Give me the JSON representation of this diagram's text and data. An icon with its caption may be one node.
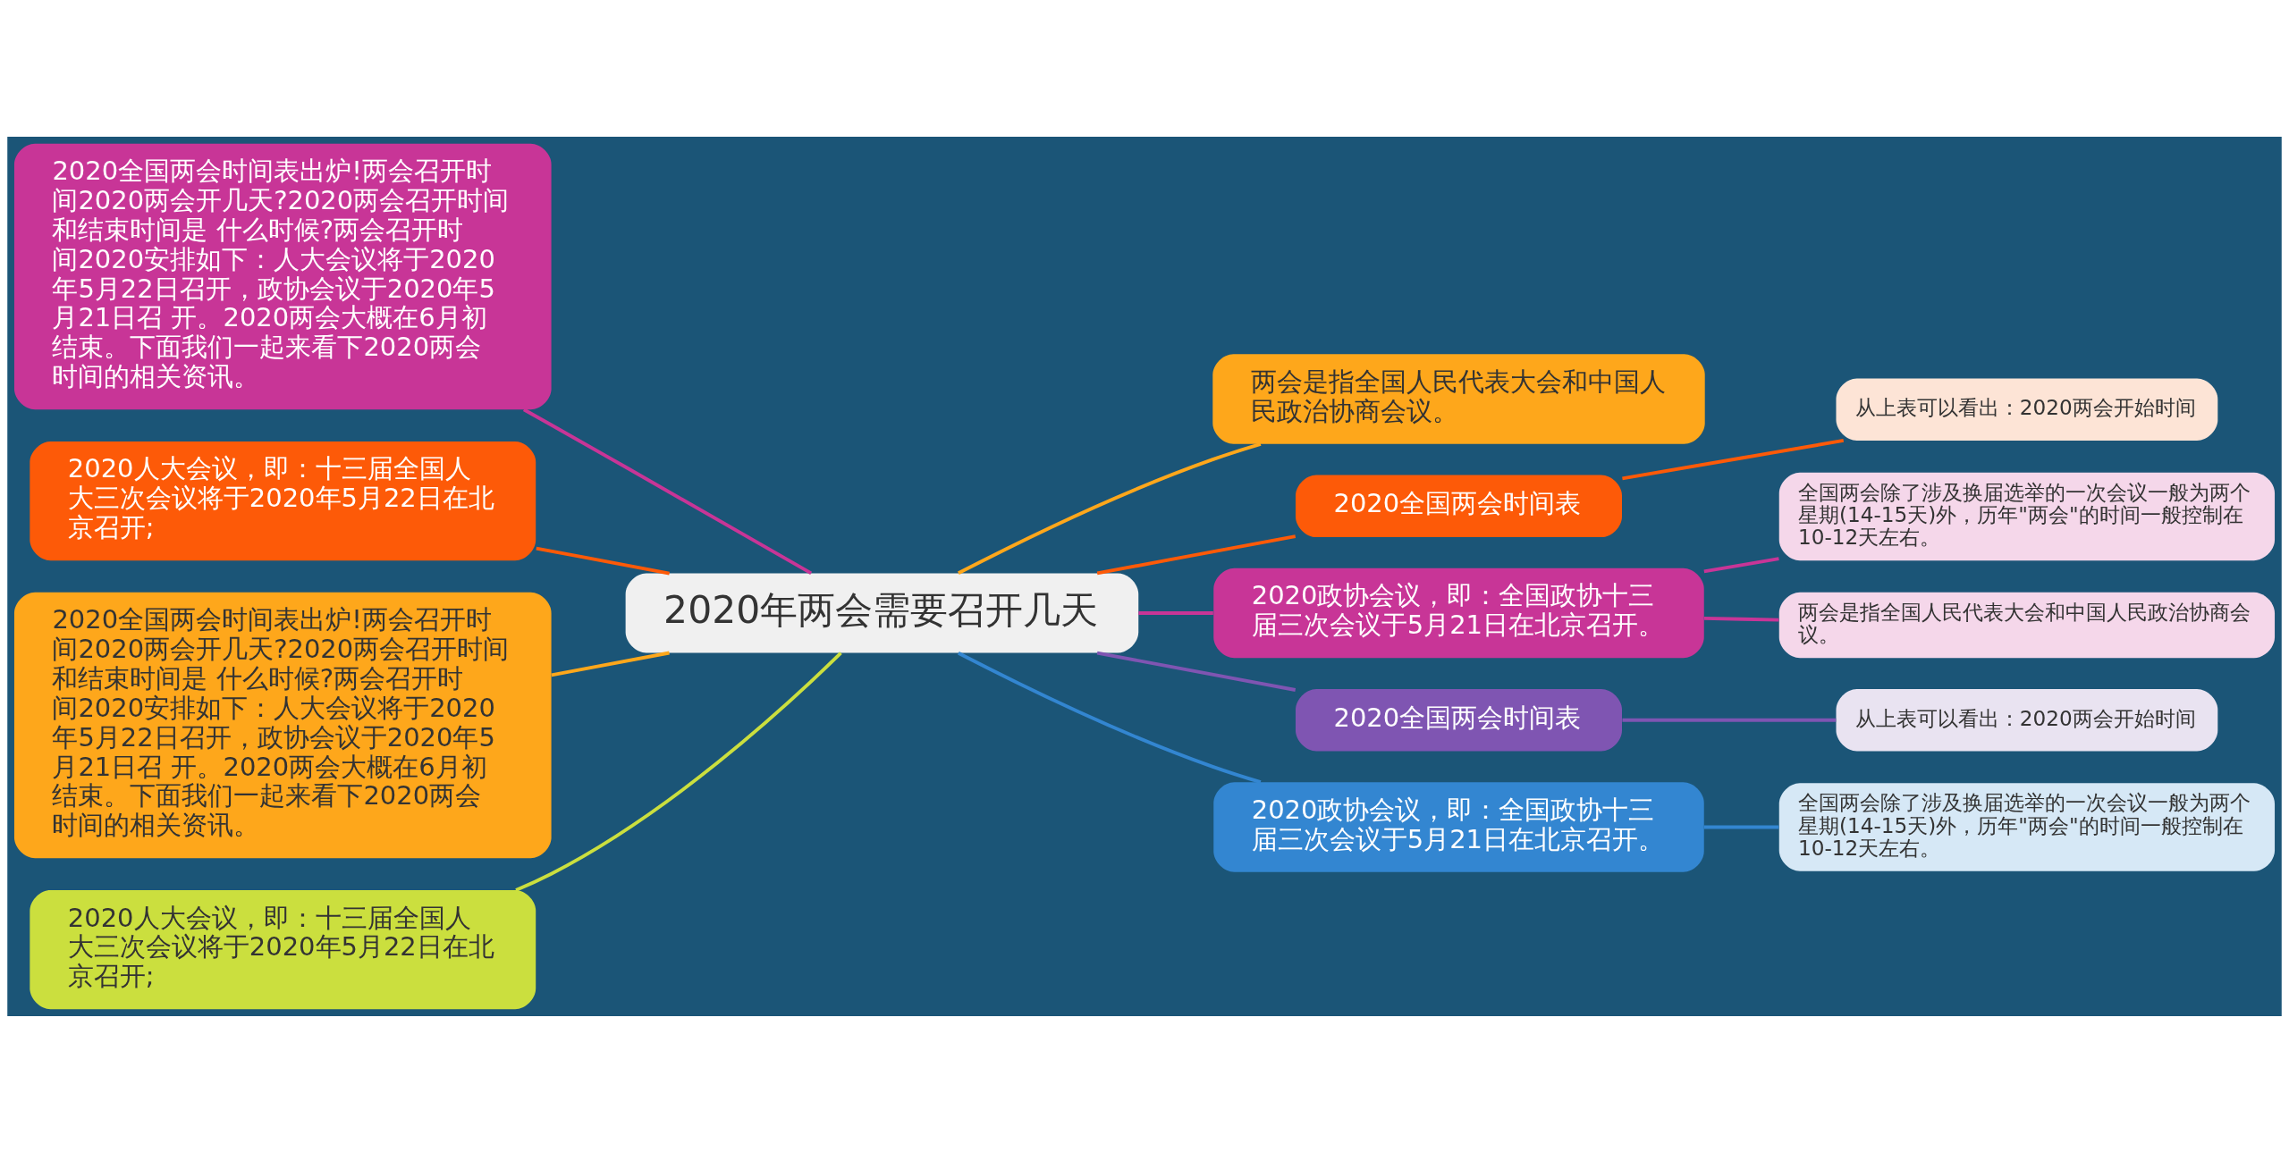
{
  "diagram": {
    "nodes": [
      {
        "text": [
          "2020年两会需要召开几天"
        ]
      },
      {
        "text": [
          "2020全国两会时间表出炉!两会召开时间2020两会开几天?2020两会召开时间和结束时间是 什么时候?两会召开时间2020安排如下：人大会议将于2020年5月22日召开，政协会议于2020年5月21日召 开。2020两会大概在6月初结束。下面我们一起来看下2020两会时间的相关资讯。"
        ]
      },
      {
        "text": [
          "2020人大会议，即：十三届全国人大三次会议将于2020年5月22日在北京召开;"
        ]
      },
      {
        "text": [
          "2020全国两会时间表出炉!两会召开时间2020两会开几天?2020两会召开时间和结束时间是 什么时候?两会召开时间2020安排如下：人大会议将于2020年5月22日召开，政协会议于2020年5月21日召 开。2020两会大概在6月初结束。下面我们一起来看下2020两会时间的相关资讯。"
        ]
      },
      {
        "text": [
          "2020人大会议，即：十三届全国人大三次会议将于2020年5月22日在北京召开;"
        ]
      },
      {
        "text": [
          "两会是指全国人民代表大会和中国人民政治协商会议。"
        ]
      },
      {
        "text": [
          "2020全国两会时间表"
        ]
      },
      {
        "text": [
          "从上表可以看出：2020两会开始时间"
        ]
      },
      {
        "text": [
          "2020政协会议，即：全国政协十三届三次会议于5月21日在北京召开。"
        ]
      },
      {
        "text": [
          "全国两会除了涉及换届选举的一次会议一般为两个星期(14-15天)外，历年\"两会\"的时间一般控制在10-12天左右。"
        ]
      },
      {
        "text": [
          "两会是指全国人民代表大会和中国人民政治协商会议。"
        ]
      },
      {
        "text": [
          "2020全国两会时间表"
        ]
      },
      {
        "text": [
          "从上表可以看出：2020两会开始时间"
        ]
      },
      {
        "text": [
          "2020政协会议，即：全国政协十三届三次会议于5月21日在北京召开。"
        ]
      },
      {
        "text": [
          "全国两会除了涉及换届选举的一次会议一般为两个星期(14-15天)外，历年\"两会\"的时间一般控制在10-12天左右。"
        ]
      }
    ],
    "edges": [
      {
        "from": 0,
        "to": 1,
        "arrow": "none",
        "color": "#c83597"
      },
      {
        "from": 0,
        "to": 2,
        "arrow": "none",
        "color": "#fd5a08"
      },
      {
        "from": 0,
        "to": 3,
        "arrow": "none",
        "color": "#fea71b"
      },
      {
        "from": 0,
        "to": 4,
        "arrow": "none",
        "color": "#cbdf3e"
      },
      {
        "from": 0,
        "to": 5,
        "arrow": "none",
        "color": "#fea71b"
      },
      {
        "from": 0,
        "to": 6,
        "arrow": "none",
        "color": "#fd5a08"
      },
      {
        "from": 6,
        "to": 7,
        "arrow": "none",
        "color": "#fd5a08"
      },
      {
        "from": 0,
        "to": 8,
        "arrow": "none",
        "color": "#c83597"
      },
      {
        "from": 8,
        "to": 9,
        "arrow": "none",
        "color": "#c83597"
      },
      {
        "from": 8,
        "to": 10,
        "arrow": "none",
        "color": "#c83597"
      },
      {
        "from": 0,
        "to": 11,
        "arrow": "none",
        "color": "#7f55b2"
      },
      {
        "from": 11,
        "to": 12,
        "arrow": "none",
        "color": "#7f55b2"
      },
      {
        "from": 0,
        "to": 13,
        "arrow": "none",
        "color": "#3386d1"
      },
      {
        "from": 13,
        "to": 14,
        "arrow": "none",
        "color": "#3386d1"
      }
    ]
  }
}
